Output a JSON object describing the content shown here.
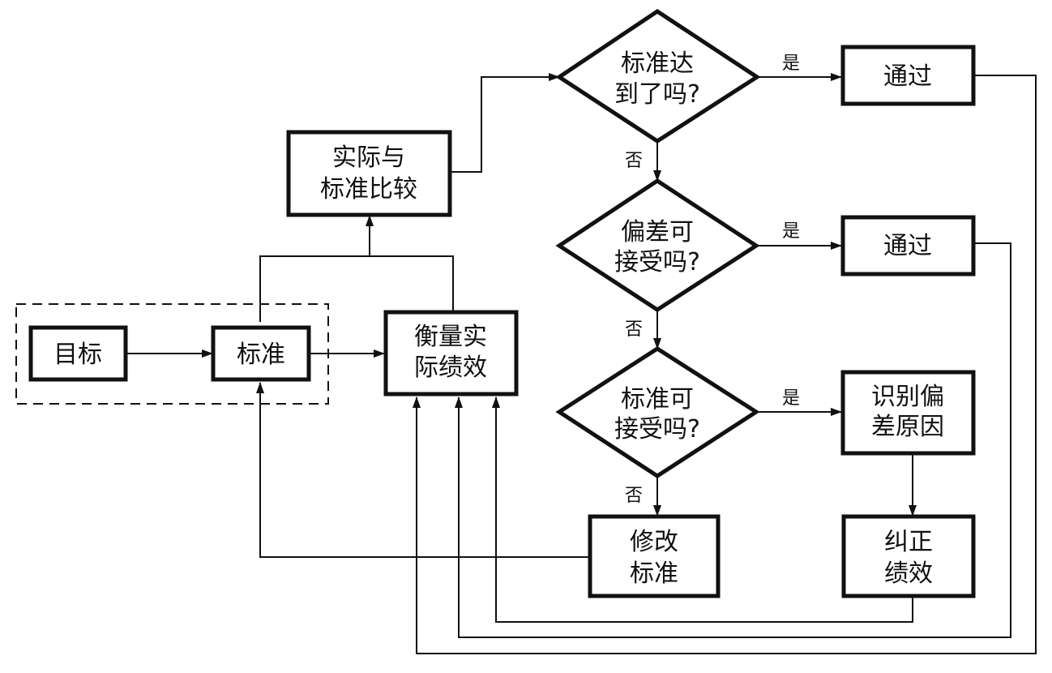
{
  "diagram": {
    "type": "flowchart",
    "group_label": "",
    "nodes": {
      "goal": {
        "lines": [
          "目标"
        ]
      },
      "standard": {
        "lines": [
          "标准"
        ]
      },
      "measure": {
        "lines": [
          "衡量实",
          "际绩效"
        ]
      },
      "compare": {
        "lines": [
          "实际与",
          "标准比较"
        ]
      },
      "q1": {
        "lines": [
          "标准达",
          "到了吗?"
        ]
      },
      "q2": {
        "lines": [
          "偏差可",
          "接受吗?"
        ]
      },
      "q3": {
        "lines": [
          "标准可",
          "接受吗?"
        ]
      },
      "pass1": {
        "lines": [
          "通过"
        ]
      },
      "pass2": {
        "lines": [
          "通过"
        ]
      },
      "identify": {
        "lines": [
          "识别偏",
          "差原因"
        ]
      },
      "modify": {
        "lines": [
          "修改",
          "标准"
        ]
      },
      "correct": {
        "lines": [
          "纠正",
          "绩效"
        ]
      }
    },
    "edge_labels": {
      "yes": "是",
      "no": "否"
    },
    "edges": [
      {
        "from": "goal",
        "to": "standard"
      },
      {
        "from": "standard",
        "to": "measure"
      },
      {
        "from": "standard",
        "to": "compare"
      },
      {
        "from": "measure",
        "to": "compare"
      },
      {
        "from": "compare",
        "to": "q1"
      },
      {
        "from": "q1",
        "to": "pass1",
        "label": "是"
      },
      {
        "from": "q1",
        "to": "q2",
        "label": "否"
      },
      {
        "from": "q2",
        "to": "pass2",
        "label": "是"
      },
      {
        "from": "q2",
        "to": "q3",
        "label": "否"
      },
      {
        "from": "q3",
        "to": "identify",
        "label": "是"
      },
      {
        "from": "q3",
        "to": "modify",
        "label": "否"
      },
      {
        "from": "identify",
        "to": "correct"
      },
      {
        "from": "modify",
        "to": "standard"
      },
      {
        "from": "correct",
        "to": "measure"
      },
      {
        "from": "pass2",
        "to": "measure"
      },
      {
        "from": "pass1",
        "to": "measure"
      }
    ]
  }
}
